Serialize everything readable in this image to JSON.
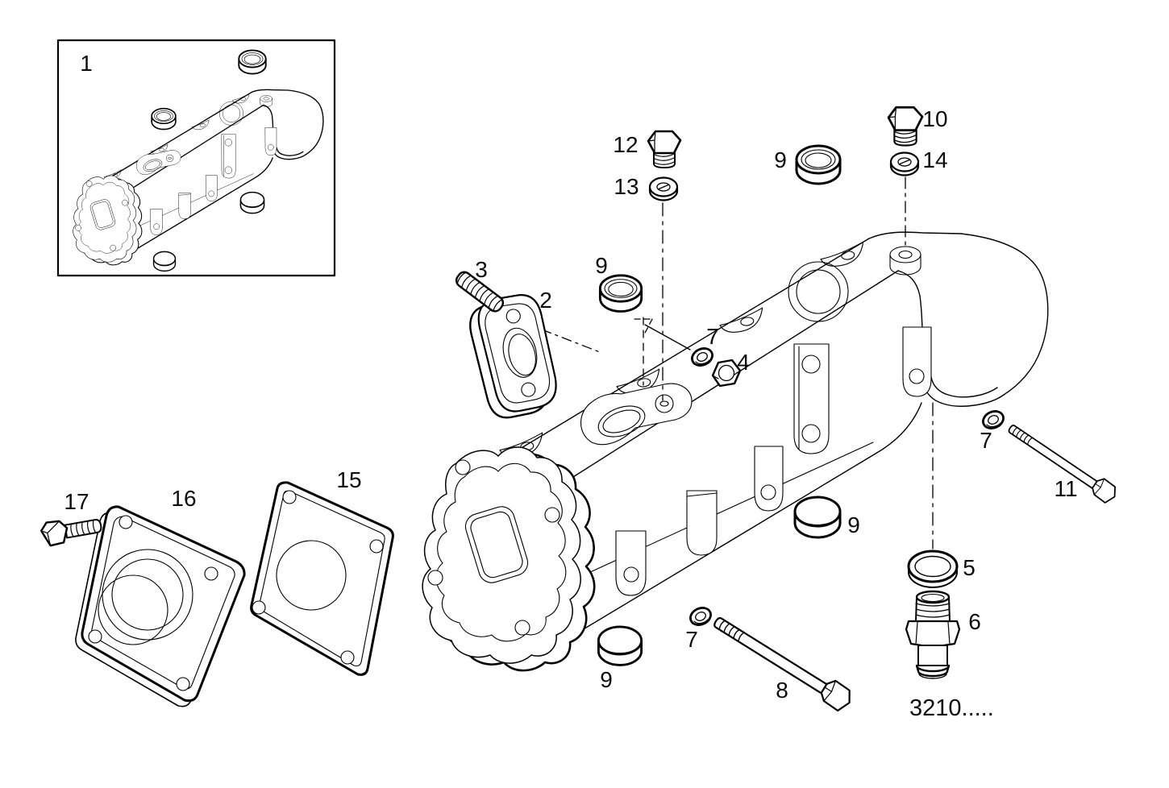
{
  "figure": {
    "background_color": "#ffffff",
    "line_color": "#000000",
    "part_number": "3210.....",
    "callouts": {
      "inset_assembly": "1",
      "gasket": "2",
      "stud": "3",
      "nut": "4",
      "seal_ring": "5",
      "union_fitting": "6",
      "washer_a": "7",
      "washer_b": "7",
      "washer_c": "7",
      "bolt_long_lower": "8",
      "ring_plug_a": "9",
      "ring_plug_b": "9",
      "cap_plug_c": "9",
      "cap_plug_d": "9",
      "plug_bolt_right": "10",
      "bolt_long_right": "11",
      "plug_bolt_left": "12",
      "washer_flat_left": "13",
      "washer_flat_right": "14",
      "gasket_square": "15",
      "cover_flange": "16",
      "bolt_short": "17"
    }
  }
}
